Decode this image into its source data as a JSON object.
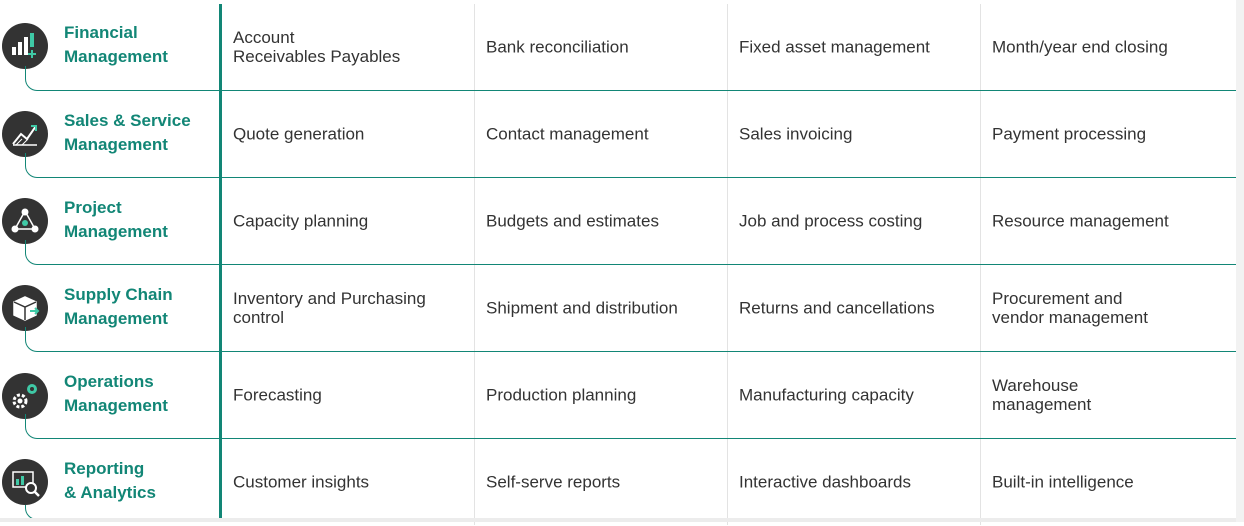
{
  "colors": {
    "accent": "#128676",
    "text": "#333333",
    "icon_bg": "#333333"
  },
  "rows": [
    {
      "title": "Financial\nManagement",
      "icon": "bar-chart-icon",
      "cells": [
        "Account\nReceivables Payables",
        "Bank reconciliation",
        "Fixed asset management",
        "Month/year end closing"
      ]
    },
    {
      "title": "Sales & Service\nManagement",
      "icon": "trend-chart-icon",
      "cells": [
        "Quote generation",
        "Contact management",
        "Sales invoicing",
        "Payment processing"
      ]
    },
    {
      "title": "Project\nManagement",
      "icon": "team-network-icon",
      "cells": [
        "Capacity planning",
        "Budgets and estimates",
        "Job and process costing",
        "Resource management"
      ]
    },
    {
      "title": "Supply Chain\nManagement",
      "icon": "package-box-icon",
      "cells": [
        "Inventory and Purchasing\ncontrol",
        "Shipment and distribution",
        "Returns and cancellations",
        "Procurement and\nvendor management"
      ]
    },
    {
      "title": "Operations\nManagement",
      "icon": "gears-icon",
      "cells": [
        "Forecasting",
        "Production planning",
        "Manufacturing capacity",
        "Warehouse\nmanagement"
      ]
    },
    {
      "title": "Reporting\n& Analytics",
      "icon": "report-search-icon",
      "cells": [
        "Customer insights",
        "Self-serve reports",
        "Interactive dashboards",
        "Built-in intelligence"
      ]
    }
  ]
}
